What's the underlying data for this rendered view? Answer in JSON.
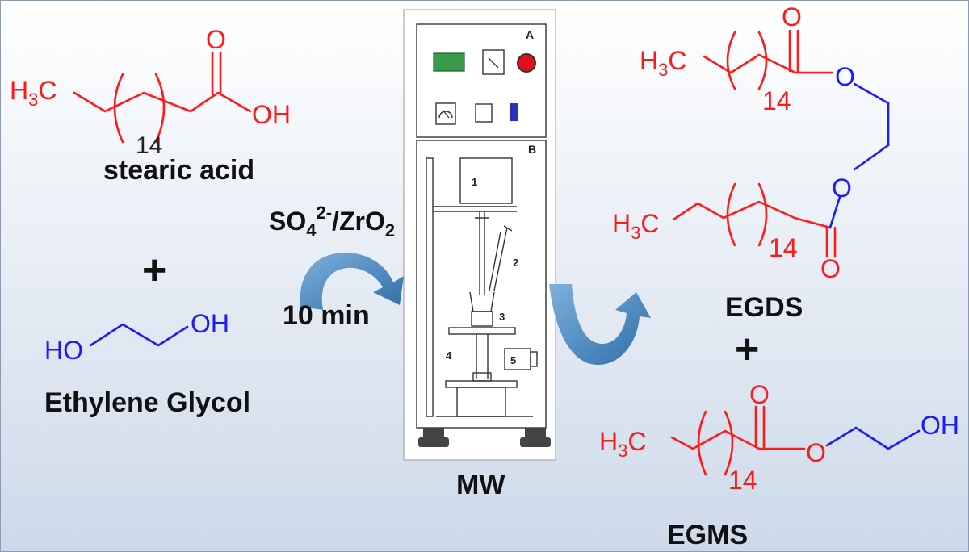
{
  "reactant_1": {
    "formula_h3c": "H3C",
    "hydroxyl": "OH",
    "carbonyl_o": "O",
    "repeat": "14",
    "name": "stearic acid"
  },
  "plus_1": "+",
  "reactant_2": {
    "ho_left": "HO",
    "oh_right": "OH",
    "name": "Ethylene Glycol"
  },
  "conditions": {
    "catalyst": "SO4 2-/ZrO2",
    "time": "10 min"
  },
  "apparatus": {
    "name": "MW",
    "panel_a": "A",
    "panel_b": "B",
    "parts": [
      "1",
      "2",
      "3",
      "4",
      "5"
    ]
  },
  "product_1": {
    "h3c_top": "H3C",
    "h3c_bottom": "H3C",
    "o_carbonyl_top": "O",
    "o_ester_top": "O",
    "o_ester_bottom": "O",
    "o_carbonyl_bottom": "O",
    "repeat_top": "14",
    "repeat_bottom": "14",
    "name": "EGDS"
  },
  "plus_2": "+",
  "product_2": {
    "h3c": "H3C",
    "o_carbonyl": "O",
    "o_ester": "O",
    "oh": "OH",
    "repeat": "14",
    "name": "EGMS"
  },
  "colors": {
    "alkyl": "#ff1a1a",
    "glycol": "#1a1aff",
    "arrow": "#4a86c0",
    "background_top": "#ffffff",
    "background_bottom": "#cdd9ea"
  }
}
